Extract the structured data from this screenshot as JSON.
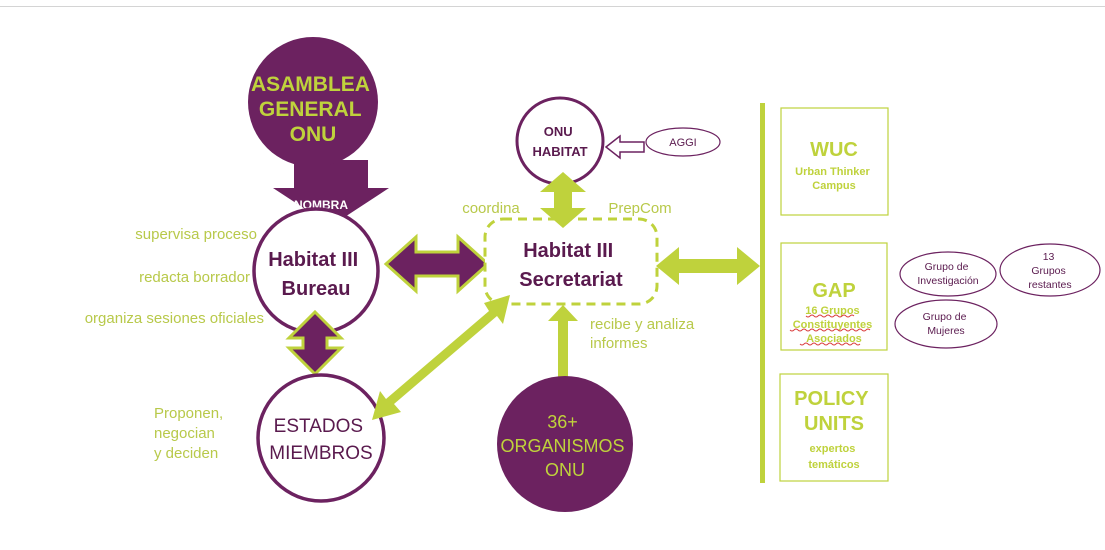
{
  "colors": {
    "purple": "#6c2260",
    "green": "#bfd23c",
    "olive": "#a8bb28",
    "label": "#b8c94a",
    "darkText": "#5a1a4e"
  },
  "nodes": {
    "asamblea": [
      "ASAMBLEA",
      "GENERAL",
      "ONU"
    ],
    "nombra": "NOMBRA",
    "bureau": [
      "Habitat III",
      "Bureau"
    ],
    "secretariat": [
      "Habitat III",
      "Secretariat"
    ],
    "onu_habitat": [
      "ONU",
      "HABITAT"
    ],
    "aggi": "AGGI",
    "estados": [
      "ESTADOS",
      "MIEMBROS"
    ],
    "organismos": [
      "36+",
      "ORGANISMOS",
      "ONU"
    ]
  },
  "labels": {
    "supervisa": "supervisa proceso",
    "redacta": "redacta borrador",
    "organiza": "organiza sesiones oficiales",
    "coordina": "coordina",
    "prepcom": "PrepCom",
    "recibe": [
      "recibe y analiza",
      "informes"
    ],
    "proponen": [
      "Proponen,",
      "negocian",
      "y deciden"
    ]
  },
  "panels": {
    "wuc": {
      "title": "WUC",
      "sub": [
        "Urban Thinker",
        "Campus"
      ]
    },
    "gap": {
      "title": "GAP",
      "sub": [
        "16 Grupos",
        "Constituyentes",
        "Asociados"
      ]
    },
    "policy": {
      "title": [
        "POLICY",
        "UNITS"
      ],
      "sub": [
        "expertos",
        "temáticos"
      ]
    }
  },
  "groups": {
    "investigacion": [
      "Grupo de",
      "Investigación"
    ],
    "restantes": [
      "13",
      "Grupos",
      "restantes"
    ],
    "mujeres": [
      "Grupo de",
      "Mujeres"
    ]
  }
}
